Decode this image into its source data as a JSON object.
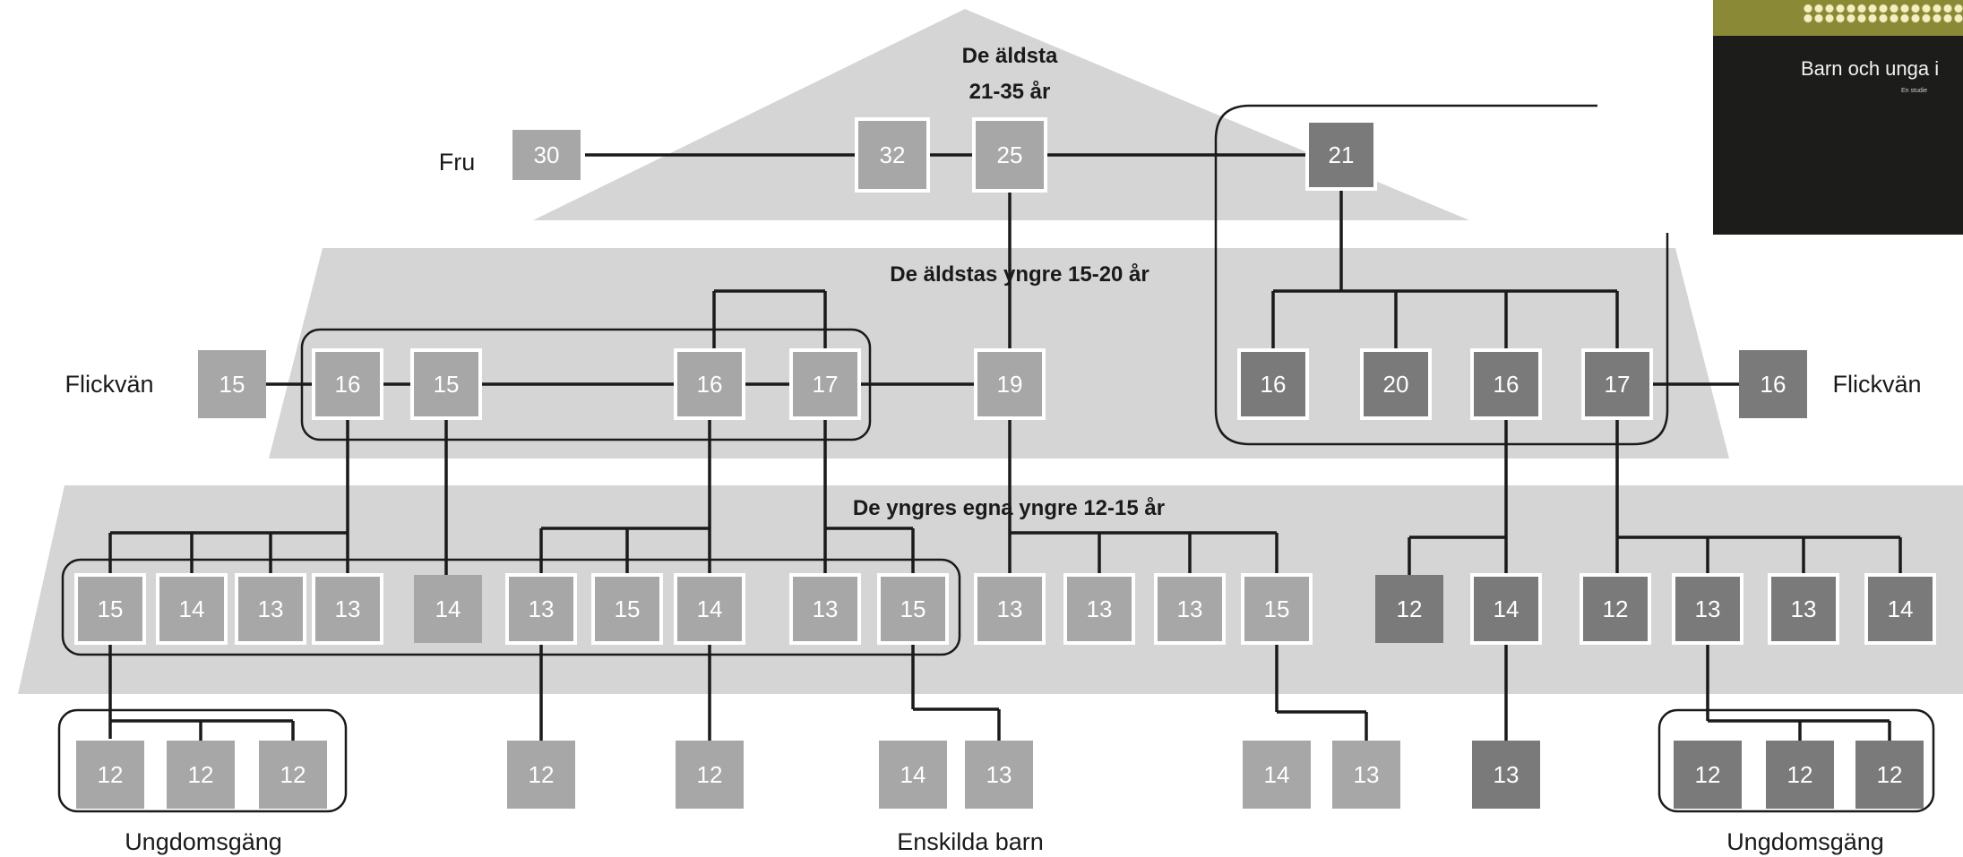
{
  "levels": [
    {
      "label1": "De äldsta",
      "label2": "21-35 år"
    },
    {
      "label1": "De äldstas yngre 15-20 år"
    },
    {
      "label1": "De yngres egna yngre 12-15 år"
    }
  ],
  "side_labels": {
    "fru": "Fru",
    "flickvan_left": "Flickvän",
    "flickvan_right": "Flickvän"
  },
  "bottom_labels": {
    "left": "Ungdomsgäng",
    "center": "Enskilda barn",
    "right": "Ungdomsgäng"
  },
  "colors": {
    "light_node": "#a7a7a7",
    "dark_node": "#7a7a7a",
    "band": "#d5d5d5",
    "line": "#1a1a1a"
  },
  "nodes": [
    {
      "id": "n30",
      "age": "30",
      "shade": "light"
    },
    {
      "id": "n32",
      "age": "32",
      "shade": "light"
    },
    {
      "id": "n25",
      "age": "25",
      "shade": "light"
    },
    {
      "id": "n21",
      "age": "21",
      "shade": "dark"
    },
    {
      "id": "fl15",
      "age": "15",
      "shade": "light"
    },
    {
      "id": "m16a",
      "age": "16",
      "shade": "light"
    },
    {
      "id": "m15",
      "age": "15",
      "shade": "light"
    },
    {
      "id": "m16b",
      "age": "16",
      "shade": "light"
    },
    {
      "id": "m17",
      "age": "17",
      "shade": "light"
    },
    {
      "id": "m19",
      "age": "19",
      "shade": "light"
    },
    {
      "id": "r16a",
      "age": "16",
      "shade": "dark"
    },
    {
      "id": "r20",
      "age": "20",
      "shade": "dark"
    },
    {
      "id": "r16b",
      "age": "16",
      "shade": "dark"
    },
    {
      "id": "r17",
      "age": "17",
      "shade": "dark"
    },
    {
      "id": "fr16",
      "age": "16",
      "shade": "dark"
    },
    {
      "id": "y15a",
      "age": "15",
      "shade": "light"
    },
    {
      "id": "y14a",
      "age": "14",
      "shade": "light"
    },
    {
      "id": "y13a",
      "age": "13",
      "shade": "light"
    },
    {
      "id": "y13b",
      "age": "13",
      "shade": "light"
    },
    {
      "id": "y14b",
      "age": "14",
      "shade": "light"
    },
    {
      "id": "y13c",
      "age": "13",
      "shade": "light"
    },
    {
      "id": "y15b",
      "age": "15",
      "shade": "light"
    },
    {
      "id": "y14c",
      "age": "14",
      "shade": "light"
    },
    {
      "id": "y13d",
      "age": "13",
      "shade": "light"
    },
    {
      "id": "y15c",
      "age": "15",
      "shade": "light"
    },
    {
      "id": "y13e",
      "age": "13",
      "shade": "light"
    },
    {
      "id": "y13f",
      "age": "13",
      "shade": "light"
    },
    {
      "id": "y13g",
      "age": "13",
      "shade": "light"
    },
    {
      "id": "y15d",
      "age": "15",
      "shade": "light"
    },
    {
      "id": "d12a",
      "age": "12",
      "shade": "dark"
    },
    {
      "id": "d14",
      "age": "14",
      "shade": "dark"
    },
    {
      "id": "d12b",
      "age": "12",
      "shade": "dark"
    },
    {
      "id": "d13a",
      "age": "13",
      "shade": "dark"
    },
    {
      "id": "d13b",
      "age": "13",
      "shade": "dark"
    },
    {
      "id": "d14b",
      "age": "14",
      "shade": "dark"
    },
    {
      "id": "b12a",
      "age": "12",
      "shade": "light"
    },
    {
      "id": "b12b",
      "age": "12",
      "shade": "light"
    },
    {
      "id": "b12c",
      "age": "12",
      "shade": "light"
    },
    {
      "id": "b12d",
      "age": "12",
      "shade": "light"
    },
    {
      "id": "b12e",
      "age": "12",
      "shade": "light"
    },
    {
      "id": "b14a",
      "age": "14",
      "shade": "light"
    },
    {
      "id": "b13a",
      "age": "13",
      "shade": "light"
    },
    {
      "id": "b14b",
      "age": "14",
      "shade": "light"
    },
    {
      "id": "b13b",
      "age": "13",
      "shade": "light"
    },
    {
      "id": "b13c",
      "age": "13",
      "shade": "dark"
    },
    {
      "id": "b12f",
      "age": "12",
      "shade": "dark"
    },
    {
      "id": "b12g",
      "age": "12",
      "shade": "dark"
    },
    {
      "id": "b12h",
      "age": "12",
      "shade": "dark"
    }
  ],
  "thumbnail": {
    "title": "Barn och unga i",
    "subtitle": "En studie"
  }
}
